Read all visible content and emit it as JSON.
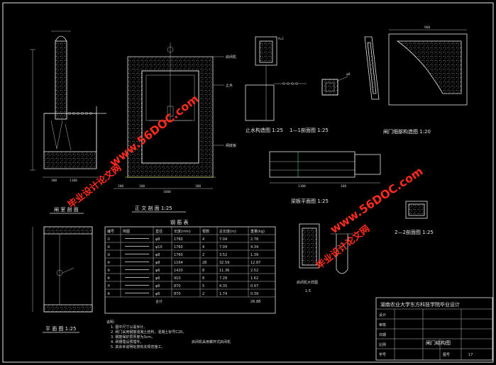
{
  "drawing": {
    "views": {
      "side_section": "闸 室 剖 面",
      "front_elevation": "正 文 剖 面 1:25",
      "detail_a": "止水构造图 1:25",
      "detail_b": "1—1剖面图 1:25",
      "detail_c": "闸门细部构造图 1:20",
      "beam_plan": "梁板平面图 1:25",
      "section_2": "2—2剖面图 1:25",
      "plan_view": "平 面 图 1:25",
      "hoist_detail": "启闭机大样图",
      "hoist_scale": "1:5"
    },
    "table": {
      "title": "钢 筋 表",
      "headers": [
        "编号",
        "简图",
        "直径",
        "长度(mm)",
        "根数",
        "总长度(m)",
        "重量(kg)"
      ],
      "rows": [
        [
          "①",
          "",
          "φ8",
          "1760",
          "4",
          "7.04",
          "2.78"
        ],
        [
          "②",
          "",
          "φ10",
          "1760",
          "4",
          "7.04",
          "4.34"
        ],
        [
          "③",
          "",
          "φ8",
          "1760",
          "2",
          "3.52",
          "1.39"
        ],
        [
          "④",
          "",
          "φ8",
          "1164",
          "28",
          "32.59",
          "12.87"
        ],
        [
          "⑤",
          "",
          "φ6",
          "1420",
          "8",
          "11.36",
          "2.52"
        ],
        [
          "⑥",
          "",
          "φ6",
          "910",
          "8",
          "7.28",
          "1.62"
        ],
        [
          "⑦",
          "",
          "φ6",
          "870",
          "5",
          "4.35",
          "0.97"
        ],
        [
          "⑧",
          "",
          "φ6",
          "870",
          "2",
          "1.74",
          "0.39"
        ]
      ],
      "total_label": "合计",
      "total_value": "26.88"
    },
    "notes": {
      "title": "说明：",
      "items": [
        "1. 图中尺寸以毫米计。",
        "2. 闸门采用钢筋混凝土结构，混凝土标号C20。",
        "3. 钢筋保护层厚度为3cm。",
        "4. 闸槽埋设预埋件。",
        "5. 其余未说明处按有关规范施工。"
      ],
      "aside": "启闭机采用螺杆式启闭机"
    },
    "title_block": {
      "school": "湖南农业大学东方科技学院毕业设计",
      "sheet_title": "闸门结构图",
      "labels": [
        "设计",
        "审核",
        "日期",
        "比例",
        "学号",
        "图号"
      ],
      "values": [
        "",
        "",
        "",
        "",
        "",
        "17"
      ]
    }
  },
  "watermarks": [
    "毕业设计论文网",
    "www.56DOC.com"
  ],
  "colors": {
    "background": "#000000",
    "linework": "#e6e6e6",
    "watermark": "#ff2b1c",
    "accent_yellow": "#f2e14a",
    "accent_green": "#5fd06a"
  }
}
